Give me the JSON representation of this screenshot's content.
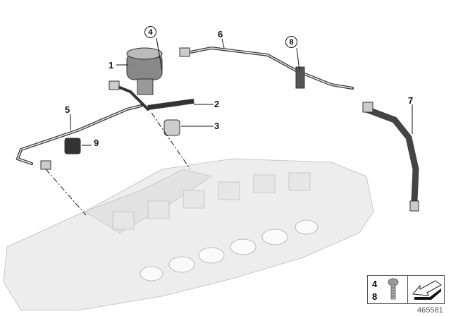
{
  "callouts": [
    {
      "id": "1",
      "label": "1"
    },
    {
      "id": "2",
      "label": "2"
    },
    {
      "id": "3",
      "label": "3"
    },
    {
      "id": "4",
      "label": "4",
      "circled": true
    },
    {
      "id": "5",
      "label": "5"
    },
    {
      "id": "6",
      "label": "6"
    },
    {
      "id": "7",
      "label": "7"
    },
    {
      "id": "8",
      "label": "8",
      "circled": true
    },
    {
      "id": "9",
      "label": "9"
    }
  ],
  "legend": {
    "items": [
      "4",
      "8"
    ],
    "screw_icon": "screw-icon",
    "arrow_icon": "arrow-icon"
  },
  "document_number": "465581"
}
